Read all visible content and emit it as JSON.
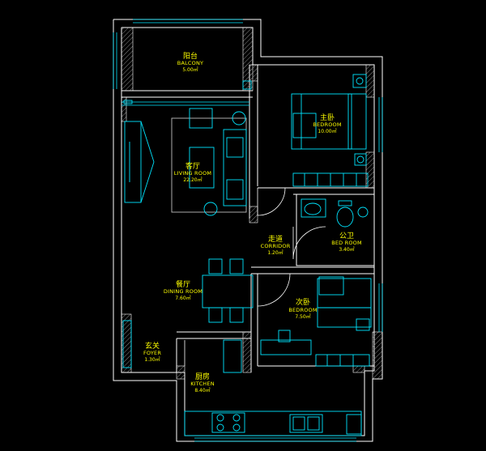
{
  "colors": {
    "background": "#000000",
    "wall": "#ffffff",
    "furniture": "#00e5ff",
    "hatch": "#8a8a8a",
    "text": "#ffff00",
    "window": "#00e5ff"
  },
  "rooms": [
    {
      "id": "balcony",
      "name_cn": "阳台",
      "name_en": "BALCONY",
      "area": "5.00㎡"
    },
    {
      "id": "living",
      "name_cn": "客厅",
      "name_en": "LIVING ROOM",
      "area": "22.20㎡"
    },
    {
      "id": "master",
      "name_cn": "主卧",
      "name_en": "BEDROOM",
      "area": "10.00㎡"
    },
    {
      "id": "corridor",
      "name_cn": "走道",
      "name_en": "CORRIDOR",
      "area": "1.20㎡"
    },
    {
      "id": "bath",
      "name_cn": "公卫",
      "name_en": "BED ROOM",
      "area": "3.40㎡"
    },
    {
      "id": "dining",
      "name_cn": "餐厅",
      "name_en": "DINING ROOM",
      "area": "7.60㎡"
    },
    {
      "id": "second",
      "name_cn": "次卧",
      "name_en": "BEDROOM",
      "area": "7.50㎡"
    },
    {
      "id": "foyer",
      "name_cn": "玄关",
      "name_en": "FOYER",
      "area": "1.30㎡"
    },
    {
      "id": "kitchen",
      "name_cn": "厨房",
      "name_en": "KITCHEN",
      "area": "8.40㎡"
    }
  ]
}
